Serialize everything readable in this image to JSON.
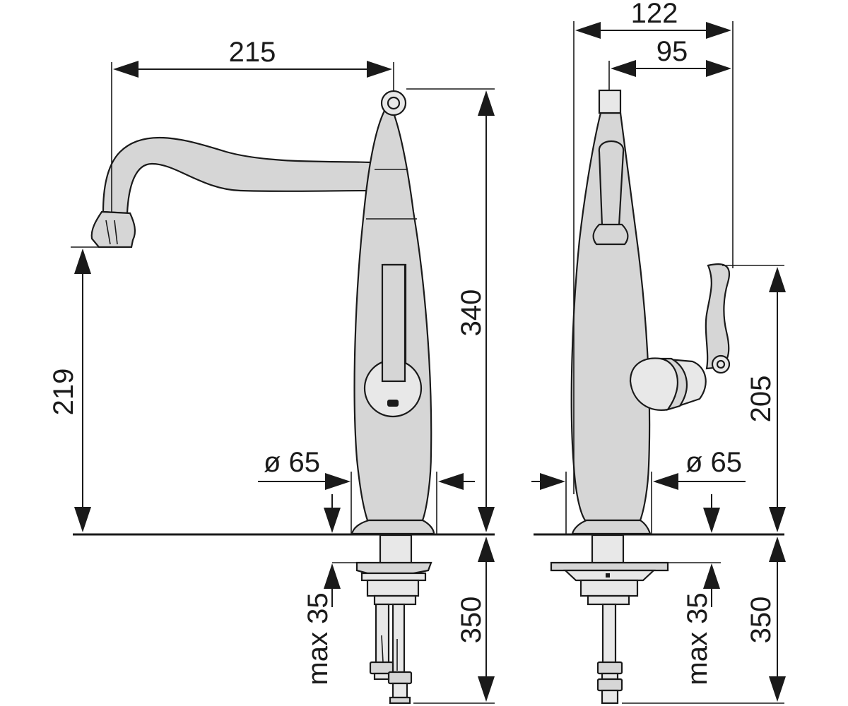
{
  "front_view": {
    "spout_reach": "215",
    "spout_height": "219",
    "total_height": "340",
    "base_diameter": "ø 65",
    "below_deck_length": "350",
    "max_deck_thickness": "max 35"
  },
  "side_view": {
    "total_depth": "122",
    "lever_depth": "95",
    "lever_height": "205",
    "base_diameter": "ø 65",
    "below_deck_length": "350",
    "max_deck_thickness": "max 35"
  }
}
